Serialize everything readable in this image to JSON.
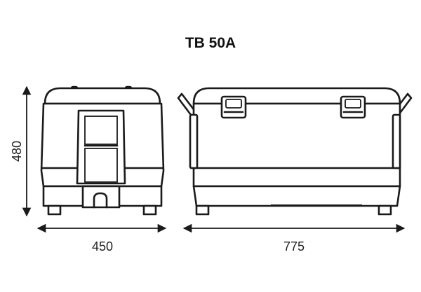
{
  "title": "TB 50A",
  "dimensions": {
    "height": "480",
    "depth": "450",
    "width": "775"
  }
}
